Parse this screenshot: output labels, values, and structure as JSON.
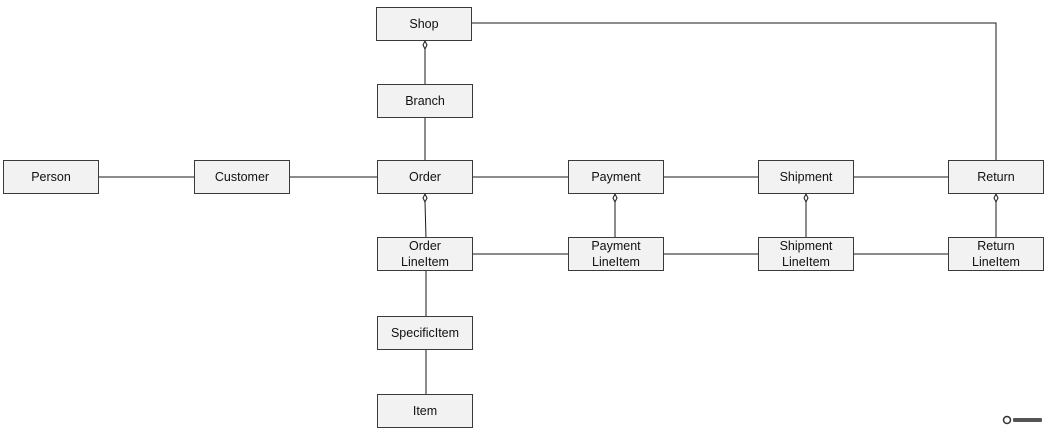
{
  "diagram": {
    "type": "class-diagram",
    "line_color": "#1a1a1a",
    "node_fill": "#f2f2f2",
    "node_border": "#3a3a3a",
    "nodes": {
      "shop": "Shop",
      "branch": "Branch",
      "person": "Person",
      "customer": "Customer",
      "order": "Order",
      "payment": "Payment",
      "shipment": "Shipment",
      "return": "Return",
      "order_line_item": "Order\nLineItem",
      "payment_line_item": "Payment\nLineItem",
      "shipment_line_item": "Shipment\nLineItem",
      "return_line_item": "Return\nLineItem",
      "specific_item": "SpecificItem",
      "item": "Item"
    },
    "relations": [
      {
        "from": "Shop",
        "to": "Branch",
        "kind": "aggregation",
        "diamond_at": "Shop"
      },
      {
        "from": "Shop",
        "to": "Return",
        "kind": "association"
      },
      {
        "from": "Branch",
        "to": "Order",
        "kind": "association"
      },
      {
        "from": "Person",
        "to": "Customer",
        "kind": "association"
      },
      {
        "from": "Customer",
        "to": "Order",
        "kind": "association"
      },
      {
        "from": "Order",
        "to": "Payment",
        "kind": "association"
      },
      {
        "from": "Payment",
        "to": "Shipment",
        "kind": "association"
      },
      {
        "from": "Shipment",
        "to": "Return",
        "kind": "association"
      },
      {
        "from": "Order",
        "to": "Order LineItem",
        "kind": "aggregation",
        "diamond_at": "Order"
      },
      {
        "from": "Payment",
        "to": "Payment LineItem",
        "kind": "aggregation",
        "diamond_at": "Payment"
      },
      {
        "from": "Shipment",
        "to": "Shipment LineItem",
        "kind": "aggregation",
        "diamond_at": "Shipment"
      },
      {
        "from": "Return",
        "to": "Return LineItem",
        "kind": "aggregation",
        "diamond_at": "Return"
      },
      {
        "from": "Order LineItem",
        "to": "Payment LineItem",
        "kind": "association"
      },
      {
        "from": "Payment LineItem",
        "to": "Shipment LineItem",
        "kind": "association"
      },
      {
        "from": "Shipment LineItem",
        "to": "Return LineItem",
        "kind": "association"
      },
      {
        "from": "Order LineItem",
        "to": "SpecificItem",
        "kind": "association"
      },
      {
        "from": "SpecificItem",
        "to": "Item",
        "kind": "association"
      }
    ]
  }
}
